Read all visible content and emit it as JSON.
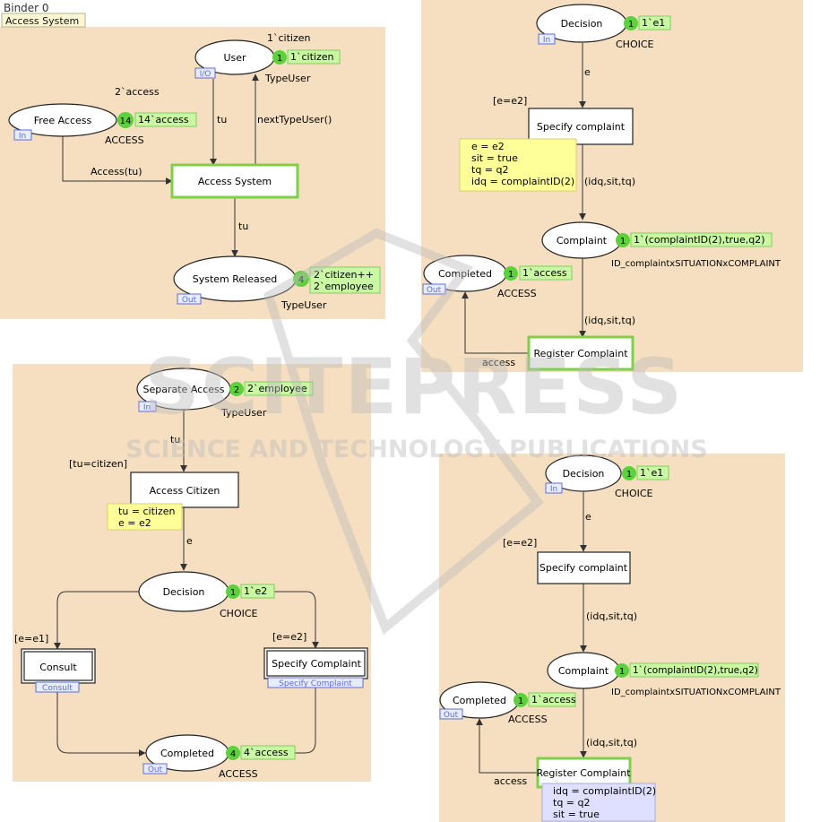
{
  "binder": {
    "title": "Binder 0",
    "tab": "Access System"
  },
  "colors": {
    "panel": "#f6dfc0",
    "token_green": "#5cd13c",
    "marking_bg": "#c9f7a4",
    "guard_note_bg": "#ffff99",
    "note_lavender": "#dfe0ff",
    "selected_border": "#7ecf4a",
    "port_tag": "#5b6fd6",
    "watermark": "#b9b9b9"
  },
  "watermark": {
    "line1": "SCITEPRESS",
    "line2": "SCIENCE AND TECHNOLOGY PUBLICATIONS"
  },
  "panel1": {
    "places": {
      "user": {
        "name": "User",
        "tokens": "1",
        "marking": "1`citizen",
        "type": "TypeUser",
        "initial": "1`citizen",
        "port": "I/O"
      },
      "free_access": {
        "name": "Free Access",
        "tokens": "14",
        "marking": "14`access",
        "type": "ACCESS",
        "initial": "2`access",
        "port": "In"
      },
      "system_released": {
        "name": "System Released",
        "tokens": "4",
        "marking_lines": [
          "2`citizen++",
          "2`employee"
        ],
        "type": "TypeUser",
        "port": "Out"
      }
    },
    "transitions": {
      "access_system": "Access System"
    },
    "arcs": {
      "tu_down": "tu",
      "next_user": "nextTypeUser()",
      "access_tu": "Access(tu)",
      "tu_out": "tu"
    }
  },
  "panel2": {
    "places": {
      "decision": {
        "name": "Decision",
        "tokens": "1",
        "marking": "1`e1",
        "type": "CHOICE",
        "port": "In"
      },
      "complaint": {
        "name": "Complaint",
        "tokens": "1",
        "marking": "1`(complaintID(2),true,q2)",
        "type": "ID_complaintxSITUATIONxCOMPLAINT"
      },
      "completed": {
        "name": "Completed",
        "tokens": "1",
        "marking": "1`access",
        "type": "ACCESS",
        "port": "Out"
      }
    },
    "transitions": {
      "specify": "Specify complaint",
      "register": "Register Complaint"
    },
    "guard": "[e=e2]",
    "binding_lines": [
      "e = e2",
      "sit = true",
      "tq = q2",
      "idq = complaintID(2)"
    ],
    "arcs": {
      "e": "e",
      "out_triple": "(idq,sit,tq)",
      "in_triple": "(idq,sit,tq)",
      "access": "access"
    }
  },
  "panel3": {
    "places": {
      "separate_access": {
        "name": "Separate Access",
        "tokens": "2",
        "marking": "2`employee",
        "type": "TypeUser",
        "port": "In"
      },
      "decision": {
        "name": "Decision",
        "tokens": "1",
        "marking": "1`e2",
        "type": "CHOICE"
      },
      "completed": {
        "name": "Completed",
        "tokens": "4",
        "marking": "4`access",
        "type": "ACCESS",
        "port": "Out"
      }
    },
    "transitions": {
      "access_citizen": "Access Citizen",
      "consult": "Consult",
      "specify": "Specify Complaint"
    },
    "subpage_tags": {
      "consult": "Consult",
      "specify": "Specify Complaint"
    },
    "guards": {
      "access_citizen": "[tu=citizen]",
      "consult": "[e=e1]",
      "specify": "[e=e2]"
    },
    "binding_lines": [
      "tu = citizen",
      "e = e2"
    ],
    "arcs": {
      "tu": "tu",
      "e": "e"
    }
  },
  "panel4": {
    "places": {
      "decision": {
        "name": "Decision",
        "tokens": "1",
        "marking": "1`e1",
        "type": "CHOICE",
        "port": "In"
      },
      "complaint": {
        "name": "Complaint",
        "tokens": "1",
        "marking": "1`(complaintID(2),true,q2)",
        "type": "ID_complaintxSITUATIONxCOMPLAINT"
      },
      "completed": {
        "name": "Completed",
        "tokens": "1",
        "marking": "1`access",
        "type": "ACCESS",
        "port": "Out"
      }
    },
    "transitions": {
      "specify": "Specify complaint",
      "register": "Register Complaint"
    },
    "guard": "[e=e2]",
    "binding_lines": [
      "idq = complaintID(2)",
      "tq = q2",
      "sit = true"
    ],
    "arcs": {
      "e": "e",
      "out_triple": "(idq,sit,tq)",
      "in_triple": "(idq,sit,tq)",
      "access": "access"
    }
  }
}
